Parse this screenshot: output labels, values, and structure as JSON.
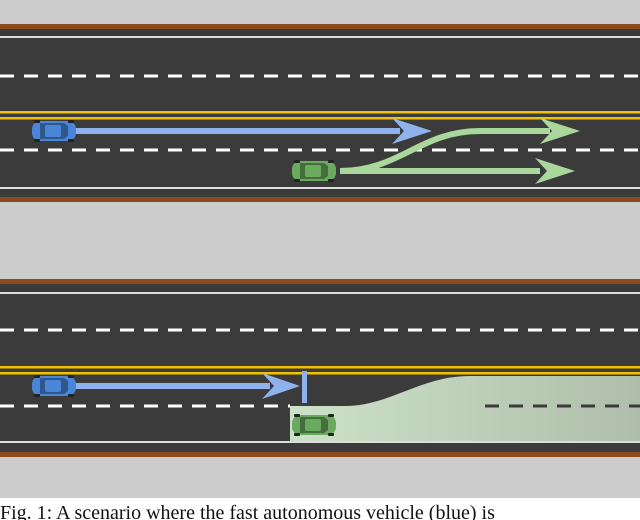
{
  "caption": "Fig. 1: A scenario where the fast autonomous vehicle (blue) is",
  "colors": {
    "background": "#cccccc",
    "asphalt": "#3b3b3b",
    "shoulder_edge": "#8a4a1c",
    "lane_dash": "#ffffff",
    "median_yellow": "#f2c200",
    "ego_vehicle": "#4a86d8",
    "ego_arrow": "#8fb2ec",
    "other_vehicle": "#6aaa5e",
    "other_arrow": "#a9d79c",
    "region_fill": "#d5ead0"
  },
  "scenes": [
    {
      "id": "top",
      "ego_vehicle": {
        "color_name": "blue",
        "icon": "car-icon"
      },
      "other_vehicle": {
        "color_name": "green",
        "icon": "car-icon"
      },
      "ego_path": "straight-arrow",
      "other_paths": [
        "lane-change-arrow",
        "straight-arrow"
      ]
    },
    {
      "id": "bottom",
      "ego_vehicle": {
        "color_name": "blue",
        "icon": "car-icon"
      },
      "other_vehicle": {
        "color_name": "green",
        "icon": "car-icon"
      },
      "ego_path": "straight-arrow-with-stop-bar",
      "other_region": "reachable-area"
    }
  ]
}
